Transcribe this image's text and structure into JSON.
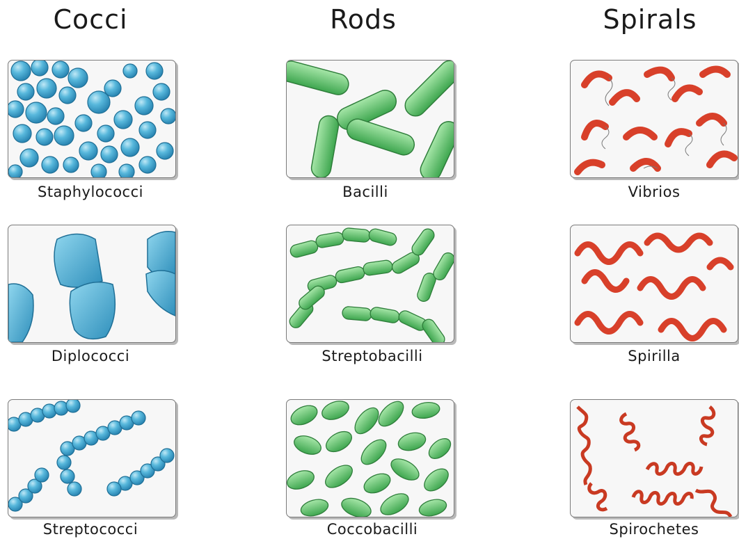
{
  "columns": [
    {
      "title": "Cocci",
      "items": [
        "Staphylococci",
        "Diplococci",
        "Streptococci"
      ]
    },
    {
      "title": "Rods",
      "items": [
        "Bacilli",
        "Streptobacilli",
        "Coccobacilli"
      ]
    },
    {
      "title": "Spirals",
      "items": [
        "Vibrios",
        "Spirilla",
        "Spirochetes"
      ]
    }
  ],
  "colors": {
    "cocci": "#4fb3d6",
    "rods": "#5cc46a",
    "spirals": "#dd4a2c"
  }
}
